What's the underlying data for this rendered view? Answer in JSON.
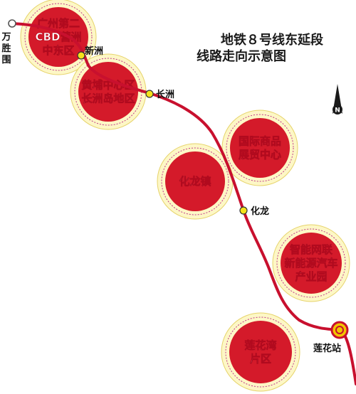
{
  "title": {
    "line1": "地铁８号线东延段",
    "line2": "线路走向示意图"
  },
  "compass": {
    "letter": "N"
  },
  "colors": {
    "route": "#c8102e",
    "zone_fill": "#d41a2a",
    "zone_halo": "#fdf7c6",
    "zone_ring": "#e6d36a",
    "zone_dash": "#c23a8c",
    "station_fill": "#f4e21a",
    "terminal_fill": "#f2c500",
    "terminal_ring": "#c8102e"
  },
  "stations": {
    "wanshengwei": "万\n胜\n围",
    "xinzhou": "新洲",
    "changzhou": "长洲",
    "hualong": "化龙",
    "lianhua": "莲花站"
  },
  "zones": {
    "cbd": "广州第二\nCBD营洲\n中东区",
    "huangpu": "黄埔中心区\n长洲岛地区",
    "expo": "国际商品\n展贸中心",
    "hualong_town": "化龙镇",
    "smart_vehicle": "智能网联\n新能源汽车\n产业园",
    "lianhua_bay": "莲花湾\n片区"
  }
}
